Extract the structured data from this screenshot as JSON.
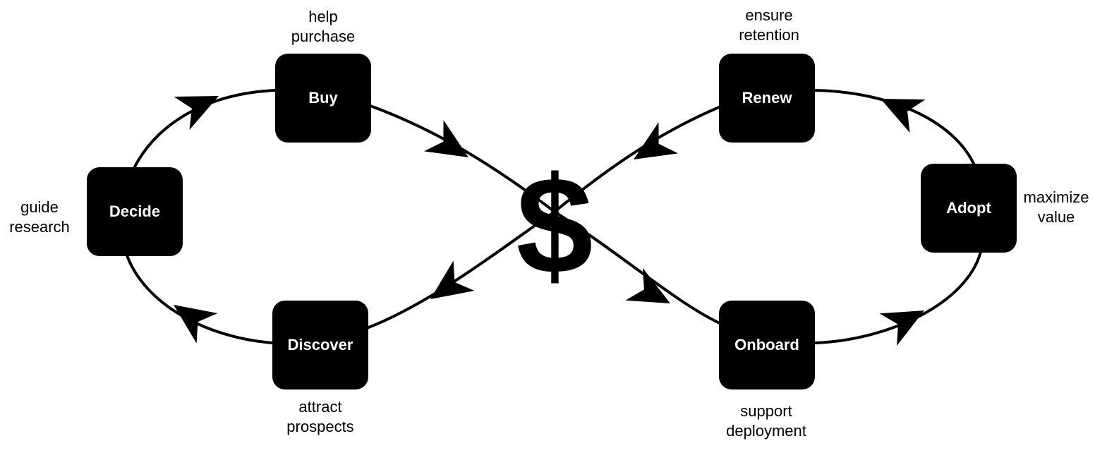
{
  "center_symbol": "$",
  "colors": {
    "box": "#000000",
    "label": "#ffffff",
    "line": "#000000",
    "background": "#ffffff"
  },
  "stages": [
    {
      "id": "buy",
      "label": "Buy",
      "caption": [
        "help",
        "purchase"
      ]
    },
    {
      "id": "decide",
      "label": "Decide",
      "caption": [
        "guide",
        "research"
      ]
    },
    {
      "id": "discover",
      "label": "Discover",
      "caption": [
        "attract",
        "prospects"
      ]
    },
    {
      "id": "renew",
      "label": "Renew",
      "caption": [
        "ensure",
        "retention"
      ]
    },
    {
      "id": "adopt",
      "label": "Adopt",
      "caption": [
        "maximize",
        "value"
      ]
    },
    {
      "id": "onboard",
      "label": "Onboard",
      "caption": [
        "support",
        "deployment"
      ]
    }
  ]
}
